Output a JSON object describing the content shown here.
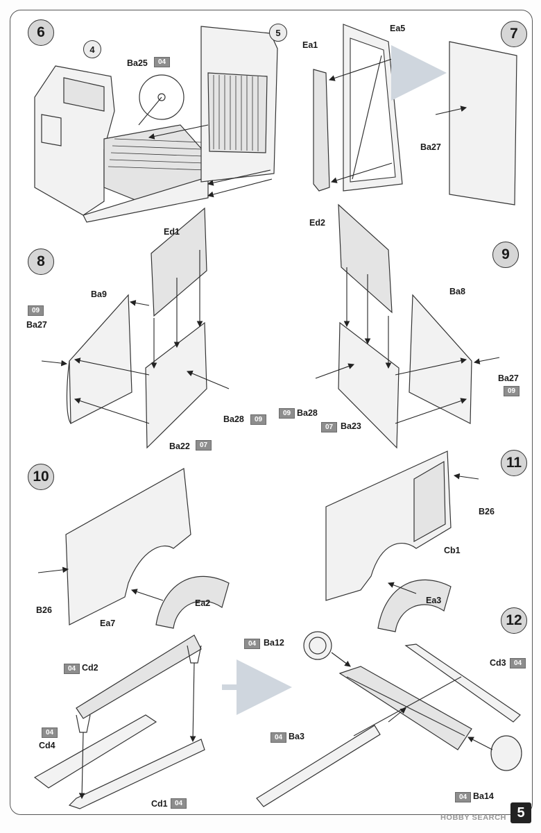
{
  "page_number": "5",
  "watermark": "HOBBY SEARCH",
  "steps": [
    {
      "id": "step-6",
      "number": "6"
    },
    {
      "id": "step-7",
      "number": "7"
    },
    {
      "id": "step-8",
      "number": "8"
    },
    {
      "id": "step-9",
      "number": "9"
    },
    {
      "id": "step-10",
      "number": "10"
    },
    {
      "id": "step-11",
      "number": "11"
    },
    {
      "id": "step-12",
      "number": "12"
    }
  ],
  "callouts": {
    "four": "4",
    "five": "5"
  },
  "parts": {
    "ba25": "Ba25",
    "ba25_tag": "04",
    "ea1": "Ea1",
    "ea5": "Ea5",
    "ba27_s7": "Ba27",
    "ed1": "Ed1",
    "ed2": "Ed2",
    "ba9": "Ba9",
    "ba27_s8": "Ba27",
    "ba27_s8_tag": "09",
    "ba28_s8": "Ba28",
    "ba28_s8_tag": "09",
    "ba22": "Ba22",
    "ba22_tag": "07",
    "ba8": "Ba8",
    "ba27_s9": "Ba27",
    "ba27_s9_tag": "09",
    "ba28_s9": "Ba28",
    "ba28_s9_tag": "09",
    "ba23": "Ba23",
    "ba23_tag": "07",
    "b26_s10": "B26",
    "ea7": "Ea7",
    "ea2": "Ea2",
    "b26_s11": "B26",
    "cb1": "Cb1",
    "ea3": "Ea3",
    "cd2": "Cd2",
    "cd2_tag": "04",
    "cd4": "Cd4",
    "cd4_tag": "04",
    "cd1": "Cd1",
    "cd1_tag": "04",
    "ba12": "Ba12",
    "ba12_tag": "04",
    "cd3": "Cd3",
    "cd3_tag": "04",
    "ba3": "Ba3",
    "ba3_tag": "04",
    "ba14": "Ba14",
    "ba14_tag": "04"
  }
}
